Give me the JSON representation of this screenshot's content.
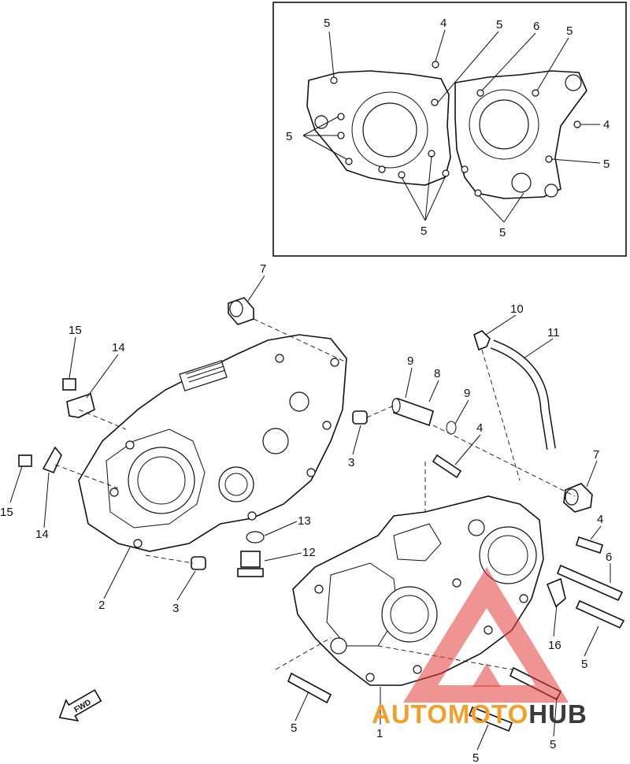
{
  "watermark": {
    "part1": "AUTOMOTO",
    "part2": "HUB",
    "color1": "#f2a02c",
    "color2": "#3a3a3a",
    "triangle_color": "#e23a3a"
  },
  "fwd_label": "FWD",
  "callouts": [
    {
      "id": "c1",
      "text": "5"
    },
    {
      "id": "c2",
      "text": "4"
    },
    {
      "id": "c3",
      "text": "5"
    },
    {
      "id": "c4",
      "text": "6"
    },
    {
      "id": "c5",
      "text": "5"
    },
    {
      "id": "c6",
      "text": "5"
    },
    {
      "id": "c7",
      "text": "4"
    },
    {
      "id": "c8",
      "text": "5"
    },
    {
      "id": "c9",
      "text": "5"
    },
    {
      "id": "c10",
      "text": "5"
    },
    {
      "id": "c11",
      "text": "7"
    },
    {
      "id": "c12",
      "text": "15"
    },
    {
      "id": "c13",
      "text": "14"
    },
    {
      "id": "c14",
      "text": "9"
    },
    {
      "id": "c15",
      "text": "8"
    },
    {
      "id": "c16",
      "text": "9"
    },
    {
      "id": "c17",
      "text": "10"
    },
    {
      "id": "c18",
      "text": "11"
    },
    {
      "id": "c19",
      "text": "3"
    },
    {
      "id": "c20",
      "text": "4"
    },
    {
      "id": "c21",
      "text": "7"
    },
    {
      "id": "c22",
      "text": "15"
    },
    {
      "id": "c23",
      "text": "14"
    },
    {
      "id": "c24",
      "text": "13"
    },
    {
      "id": "c25",
      "text": "12"
    },
    {
      "id": "c26",
      "text": "2"
    },
    {
      "id": "c27",
      "text": "3"
    },
    {
      "id": "c28",
      "text": "4"
    },
    {
      "id": "c29",
      "text": "6"
    },
    {
      "id": "c30",
      "text": "16"
    },
    {
      "id": "c31",
      "text": "5"
    },
    {
      "id": "c32",
      "text": "5"
    },
    {
      "id": "c33",
      "text": "1"
    },
    {
      "id": "c34",
      "text": "5"
    },
    {
      "id": "c35",
      "text": "5"
    }
  ]
}
